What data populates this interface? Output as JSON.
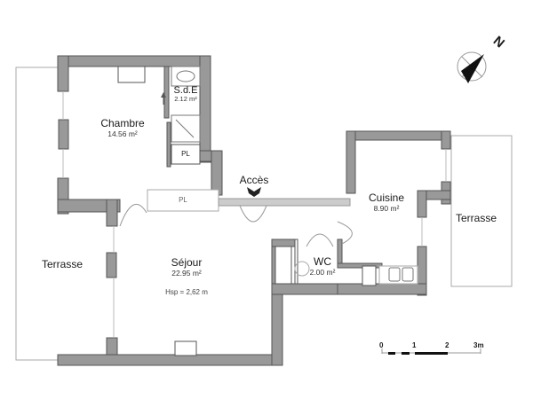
{
  "plan": {
    "rooms": [
      {
        "name": "Chambre",
        "area": "14.56 m²"
      },
      {
        "name": "S.d.E",
        "area": "2.12 m²"
      },
      {
        "name": "Séjour",
        "area": "22.95 m²",
        "note": "Hsp = 2,62 m"
      },
      {
        "name": "Cuisine",
        "area": "8.90 m²"
      },
      {
        "name": "WC",
        "area": "2.00 m²"
      }
    ],
    "terraces": [
      {
        "name": "Terrasse"
      },
      {
        "name": "Terrasse"
      }
    ],
    "closets": [
      "PL",
      "PL"
    ],
    "entrance": {
      "label": "Accès",
      "icon": "chevron-down-icon"
    },
    "compass": {
      "label": "N",
      "icon": "compass-icon"
    },
    "scale": {
      "ticks": [
        "0",
        "1",
        "2",
        "3m"
      ]
    },
    "colors": {
      "wall": "#999999",
      "wall_stroke": "#555555",
      "terrace_line": "#aaaaaa",
      "background": "#ffffff"
    }
  }
}
